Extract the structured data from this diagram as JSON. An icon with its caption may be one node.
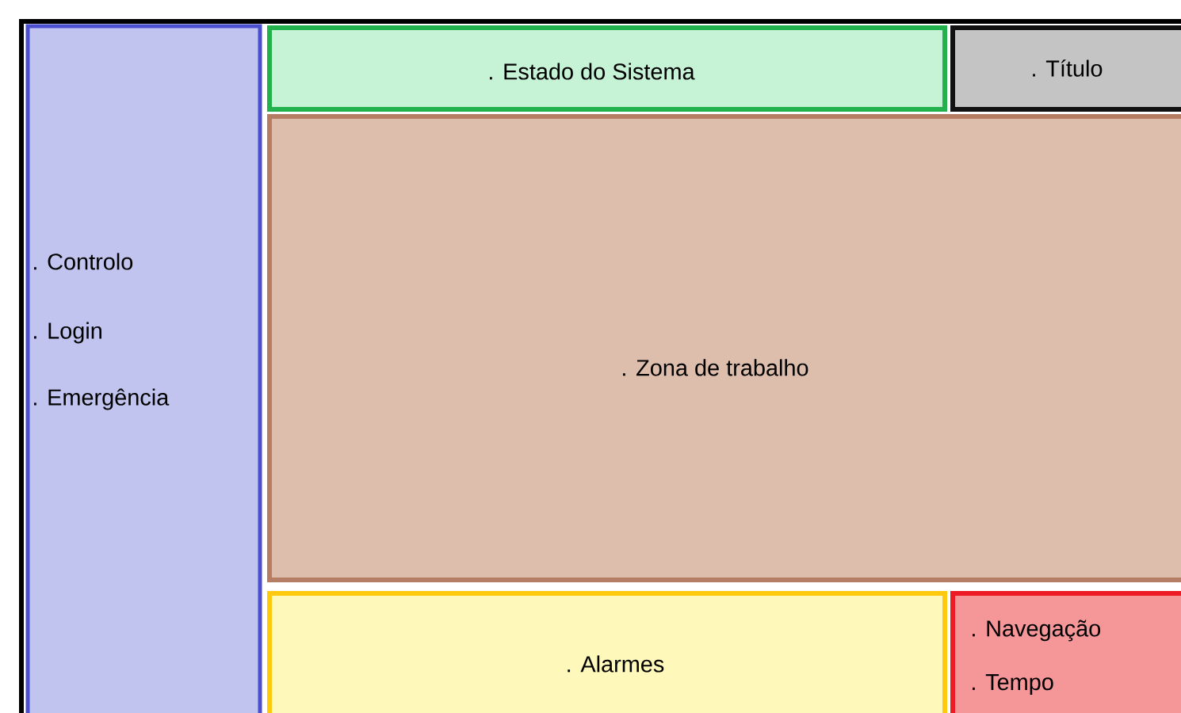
{
  "diagram": {
    "nodes": [
      {
        "text": [],
        "shape": "box"
      },
      {
        "text": [
          ". Controlo",
          ". Login",
          ". Emergência"
        ],
        "in": 0
      },
      {
        "text": [
          ". Estado do Sistema"
        ],
        "in": 0
      },
      {
        "text": [
          ". Título"
        ],
        "in": 0
      },
      {
        "text": [
          ". Zona de trabalho"
        ],
        "in": 0
      },
      {
        "text": [
          ". Alarmes"
        ],
        "in": 0
      },
      {
        "text": [
          ". Navegação",
          ". Tempo"
        ],
        "in": 0
      }
    ]
  }
}
